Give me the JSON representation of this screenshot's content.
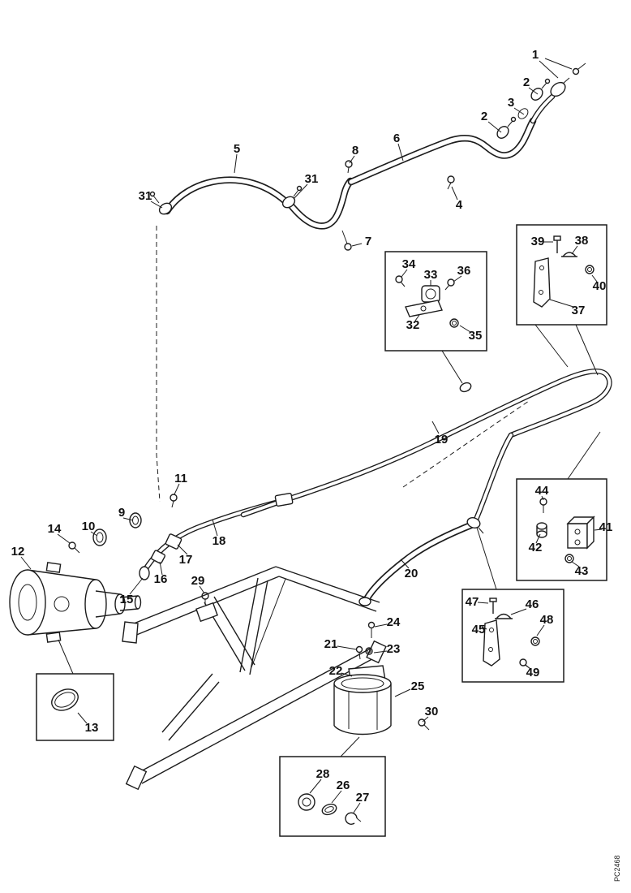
{
  "figure": {
    "type": "exploded-parts-diagram",
    "description": "Line-art parts diagram of hose, tube, clamp, bracket and canister assembly on a frame with numbered callouts",
    "ink_color": "#1c1c1c",
    "background_color": "#ffffff",
    "corner_code": "PC2468"
  },
  "callouts": {
    "c1": "1",
    "c2a": "2",
    "c2b": "2",
    "c3": "3",
    "c4": "4",
    "c5": "5",
    "c6": "6",
    "c7": "7",
    "c8": "8",
    "c9": "9",
    "c10": "10",
    "c11": "11",
    "c12": "12",
    "c13": "13",
    "c14": "14",
    "c15": "15",
    "c16": "16",
    "c17": "17",
    "c18": "18",
    "c19": "19",
    "c20": "20",
    "c21": "21",
    "c22": "22",
    "c23": "23",
    "c24": "24",
    "c25": "25",
    "c26": "26",
    "c27": "27",
    "c28": "28",
    "c29": "29",
    "c30": "30",
    "c31a": "31",
    "c31b": "31",
    "c32": "32",
    "c33": "33",
    "c34": "34",
    "c35": "35",
    "c36": "36",
    "c37": "37",
    "c38": "38",
    "c39": "39",
    "c40": "40",
    "c41": "41",
    "c42": "42",
    "c43": "43",
    "c44": "44",
    "c45": "45",
    "c46": "46",
    "c47": "47",
    "c48": "48",
    "c49": "49"
  }
}
